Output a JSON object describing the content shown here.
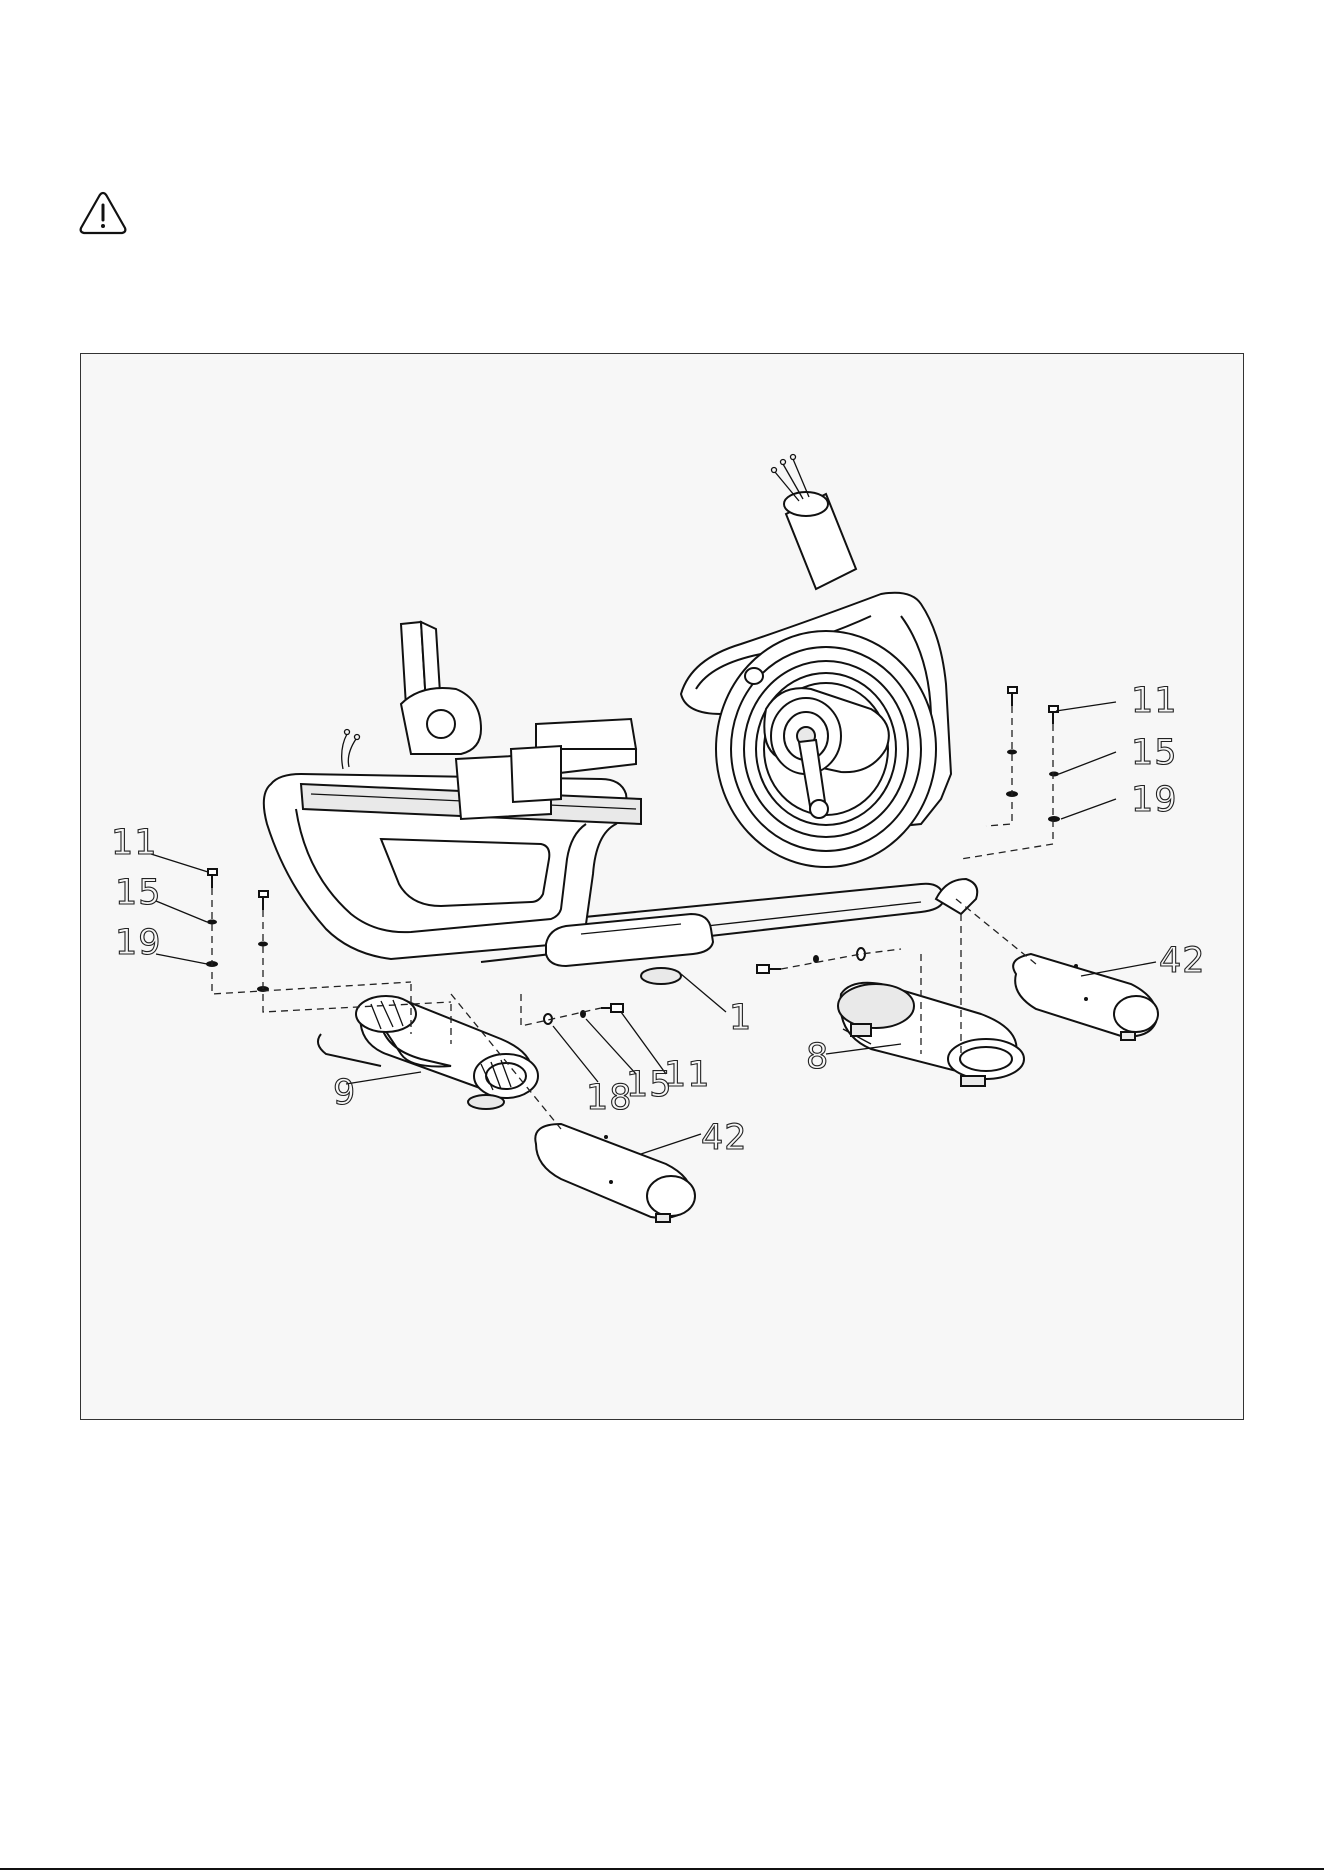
{
  "warning": {
    "icon": "warning-triangle-icon"
  },
  "diagram": {
    "callouts": [
      {
        "id": "c-11-right",
        "text": "11"
      },
      {
        "id": "c-15-right",
        "text": "15"
      },
      {
        "id": "c-19-right",
        "text": "19"
      },
      {
        "id": "c-11-left",
        "text": "11"
      },
      {
        "id": "c-15-left",
        "text": "15"
      },
      {
        "id": "c-19-left",
        "text": "19"
      },
      {
        "id": "c-42-right",
        "text": "42"
      },
      {
        "id": "c-1",
        "text": "1"
      },
      {
        "id": "c-8",
        "text": "8"
      },
      {
        "id": "c-9",
        "text": "9"
      },
      {
        "id": "c-18",
        "text": "18"
      },
      {
        "id": "c-15-center",
        "text": "15"
      },
      {
        "id": "c-11-center",
        "text": "11"
      },
      {
        "id": "c-42-front",
        "text": "42"
      }
    ]
  }
}
